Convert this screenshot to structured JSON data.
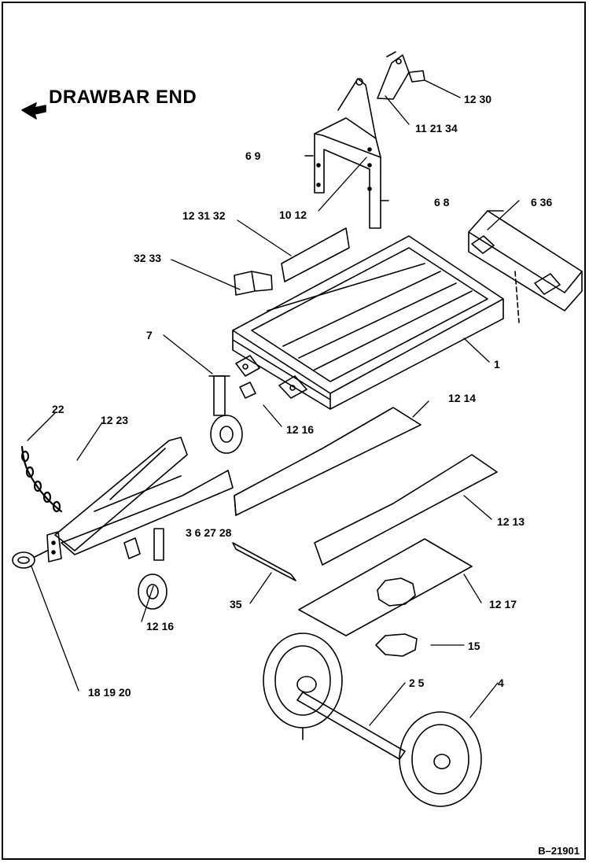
{
  "header": {
    "title": "DRAWBAR END"
  },
  "figure_number": "B–21901",
  "callouts": {
    "c_12_30": "12 30",
    "c_11_21_34": "11 21 34",
    "c_6_9": "6 9",
    "c_10_12": "10 12",
    "c_6_8": "6 8",
    "c_6_36": "6 36",
    "c_12_31_32": "12 31 32",
    "c_32_33": "32 33",
    "c_7": "7",
    "c_1": "1",
    "c_22": "22",
    "c_12_23": "12 23",
    "c_12_16_top": "12 16",
    "c_12_14": "12 14",
    "c_3_6_27_28": "3 6 27 28",
    "c_12_13": "12 13",
    "c_35": "35",
    "c_12_17": "12 17",
    "c_12_16_bottom": "12 16",
    "c_15": "15",
    "c_18_19_20": "18 19 20",
    "c_2_5": "2 5",
    "c_4": "4"
  },
  "colors": {
    "line": "#000000",
    "background": "#ffffff"
  }
}
